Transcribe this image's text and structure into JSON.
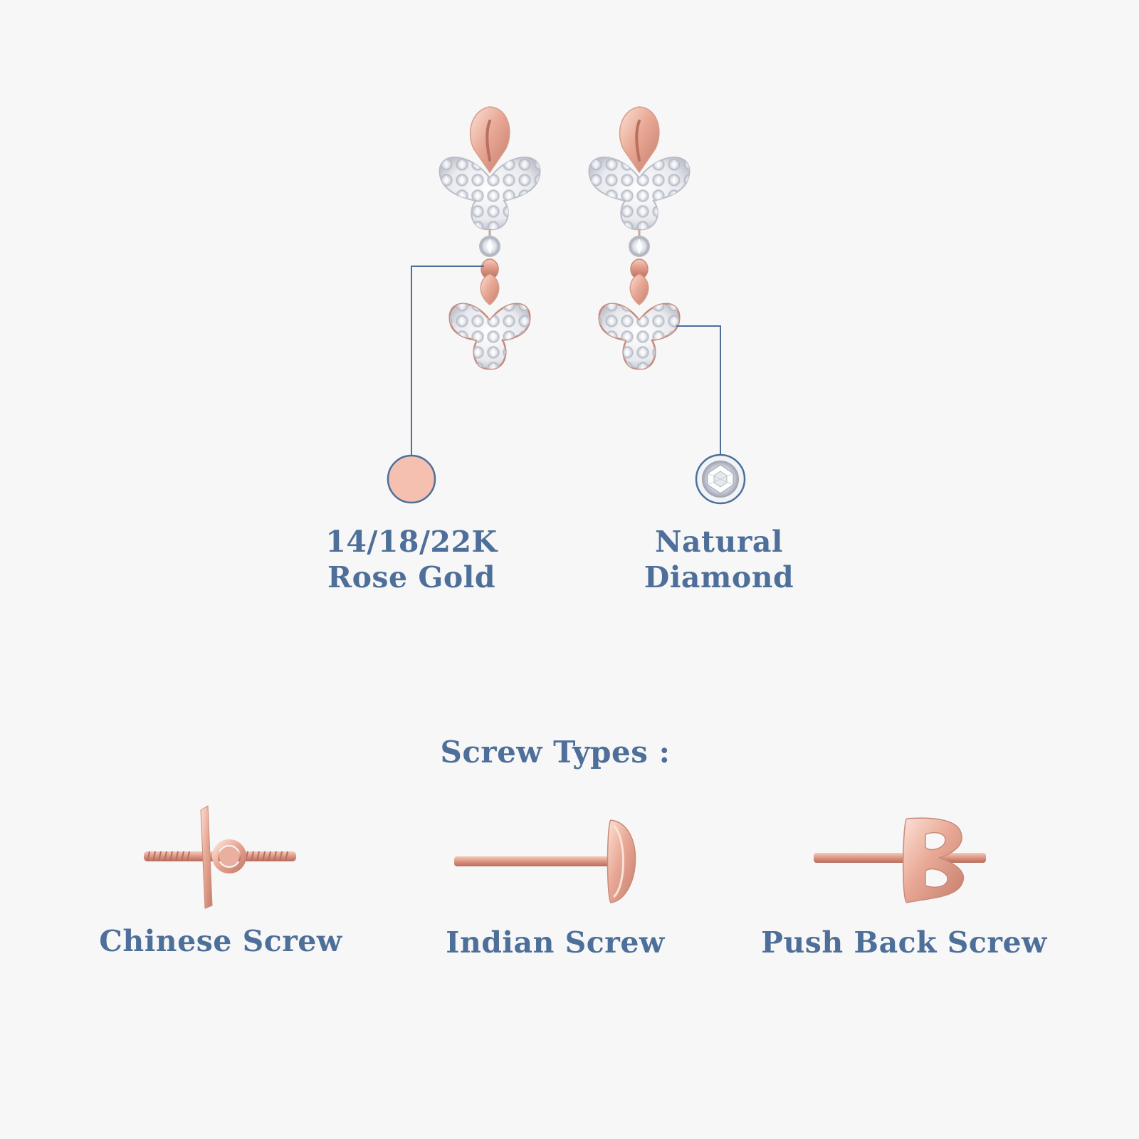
{
  "callouts": {
    "metal": {
      "line1": "14/18/22K",
      "line2": "Rose Gold",
      "swatch_color": "#f6c0b0",
      "swatch_icon": "rose-gold-swatch-icon"
    },
    "stone": {
      "line1": "Natural",
      "line2": "Diamond",
      "swatch_icon": "diamond-swatch-icon"
    }
  },
  "screw_section": {
    "title": "Screw Types :",
    "types": [
      {
        "label": "Chinese Screw",
        "icon": "chinese-screw-icon"
      },
      {
        "label": "Indian Screw",
        "icon": "indian-screw-icon"
      },
      {
        "label": "Push Back Screw",
        "icon": "push-back-screw-icon"
      }
    ]
  },
  "colors": {
    "text": "#4d6f99",
    "leader_line": "#4d6f99",
    "rose_gold": "#e8a898",
    "background": "#f7f7f7"
  }
}
